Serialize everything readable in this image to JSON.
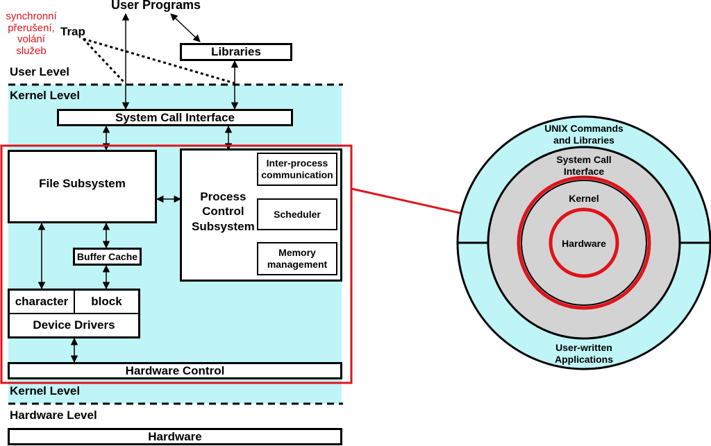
{
  "colors": {
    "kernel_bg": "#bff5f7",
    "accent_red": "#e0131b",
    "ring_gray": "#d3d3d3"
  },
  "top": {
    "user_programs": "User Programs",
    "trap": "Trap",
    "red_note": [
      "synchronní",
      "přerušení,",
      "volání",
      "služeb"
    ],
    "libraries": "Libraries"
  },
  "levels": {
    "user_level": "User Level",
    "kernel_level_top": "Kernel Level",
    "kernel_level_bottom": "Kernel Level",
    "hardware_level": "Hardware Level"
  },
  "kernel": {
    "system_call_interface": "System Call Interface",
    "file_subsystem": "File Subsystem",
    "buffer_cache": "Buffer Cache",
    "character": "character",
    "block": "block",
    "device_drivers": "Device Drivers",
    "process_control": [
      "Process",
      "Control",
      "Subsystem"
    ],
    "ipc": [
      "Inter-process",
      "communication"
    ],
    "scheduler": "Scheduler",
    "memory_management": [
      "Memory",
      "management"
    ],
    "hardware_control": "Hardware Control"
  },
  "hardware": "Hardware",
  "rings": {
    "outer": [
      "UNIX Commands",
      "and Libraries"
    ],
    "outer_bottom": [
      "User-written",
      "Applications"
    ],
    "syscall": [
      "System Call",
      "Interface"
    ],
    "kernel": "Kernel",
    "hardware": "Hardware"
  }
}
